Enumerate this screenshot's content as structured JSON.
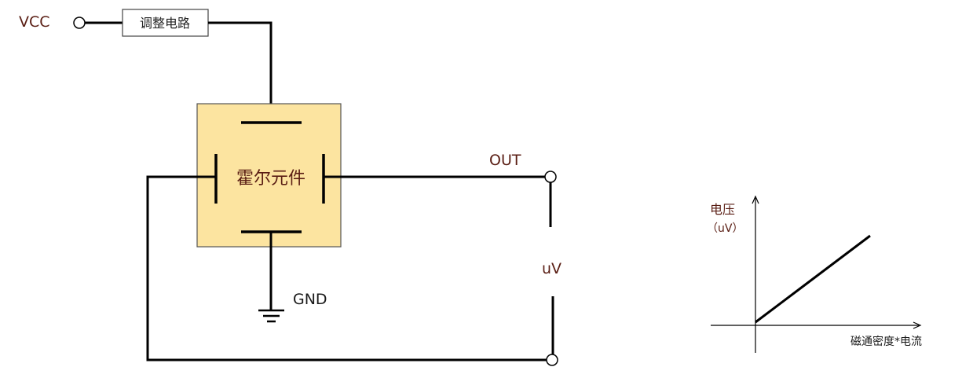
{
  "circuit": {
    "vcc_label": "VCC",
    "regulator_label": "调整电路",
    "hall_element_label": "霍尔元件",
    "out_label": "OUT",
    "gnd_label": "GND",
    "voltage_label": "uV"
  },
  "graph": {
    "y_label_line1": "电压",
    "y_label_line2": "（uV）",
    "x_label": "磁通密度*电流"
  },
  "colors": {
    "wire": "#000000",
    "hall_fill": "#fce4a0",
    "hall_stroke": "#555555",
    "text_brown": "#5a1e14",
    "text_dark": "#1a1a1a"
  }
}
